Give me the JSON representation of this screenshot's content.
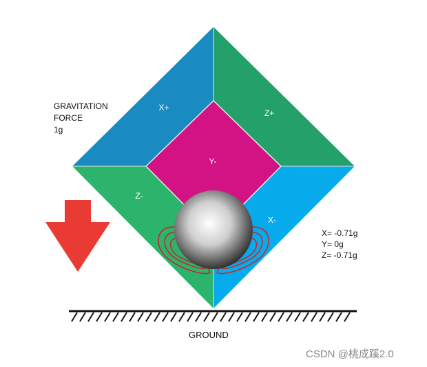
{
  "gravity_label": {
    "line1": "GRAVITATION",
    "line2": "FORCE",
    "line3": "1g"
  },
  "faces": {
    "x_plus": {
      "label": "X+",
      "color": "#1a8bc1"
    },
    "z_plus": {
      "label": "Z+",
      "color": "#24a06a"
    },
    "y_minus": {
      "label": "Y-",
      "color": "#d31284"
    },
    "z_minus": {
      "label": "Z-",
      "color": "#2cb36c"
    },
    "x_minus": {
      "label": "X-",
      "color": "#07aaea"
    }
  },
  "readings": {
    "x": "X= -0.71g",
    "y": "Y= 0g",
    "z": "Z= -0.71g"
  },
  "ground_label": "GROUND",
  "watermark": "CSDN @桃成蹊2.0",
  "colors": {
    "arrow": "#ea3a34",
    "field_lines": "#c8282f",
    "ground": "#111111"
  }
}
